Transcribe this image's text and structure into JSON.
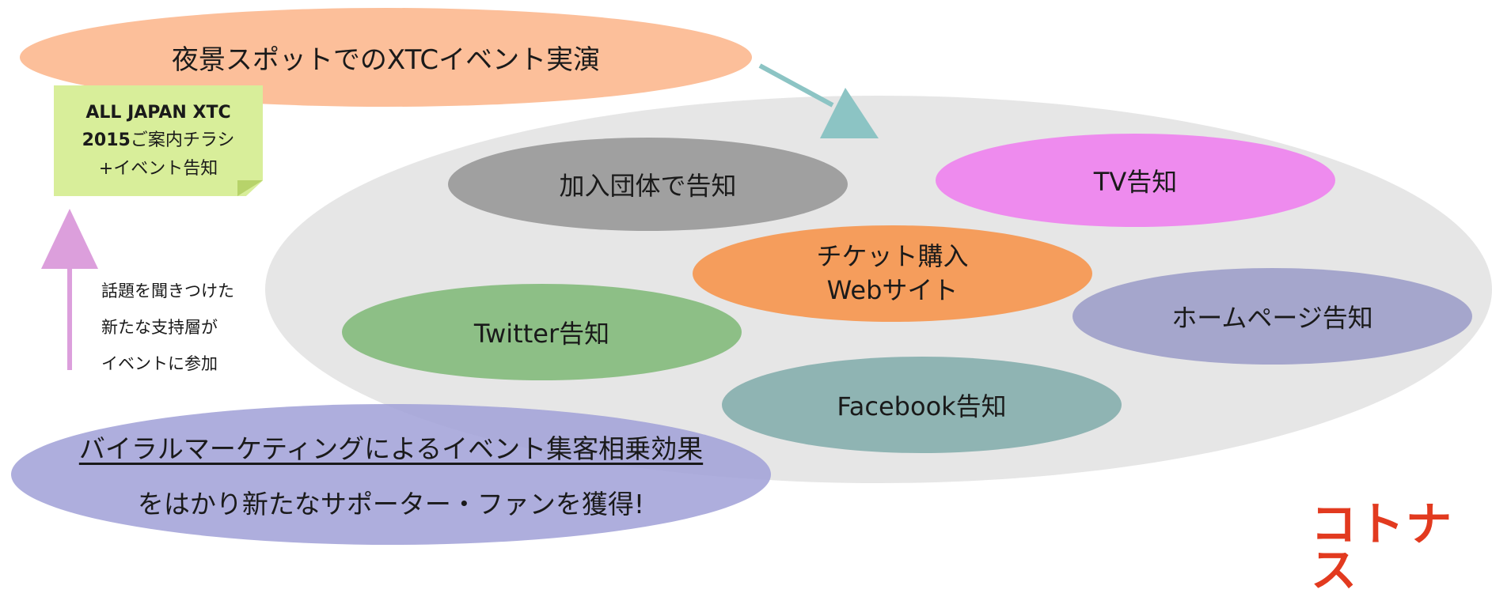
{
  "header_ellipse": {
    "text": "夜景スポットでのXTCイベント実演"
  },
  "note": {
    "line1": "ALL JAPAN XTC",
    "line2_bold": "2015",
    "line2_rest": "ご案内チラシ",
    "line3": "+イベント告知"
  },
  "side_text": [
    "話題を聞きつけた",
    "新たな支持層が",
    "イベントに参加"
  ],
  "ellipses": {
    "kanyu": "加入団体で告知",
    "tv": "TV告知",
    "ticket_line1": "チケット購入",
    "ticket_line2": "Webサイト",
    "homepage": "ホームページ告知",
    "twitter": "Twitter告知",
    "facebook": "Facebook告知"
  },
  "bottom_ellipse": {
    "line1": "バイラルマーケティングによるイベント集客相乗効果",
    "line2": "をはかり新たなサポーター・ファンを獲得!"
  },
  "logo": {
    "text": "コトナス"
  },
  "colors": {
    "peach": "#fcbf9a",
    "gray_bg": "#e6e6e6",
    "teal_arrow": "#8cc4c4",
    "pink_arrow": "#dc9fdc",
    "note_green": "#d8ee9a",
    "logo_red": "#e23a1f"
  }
}
